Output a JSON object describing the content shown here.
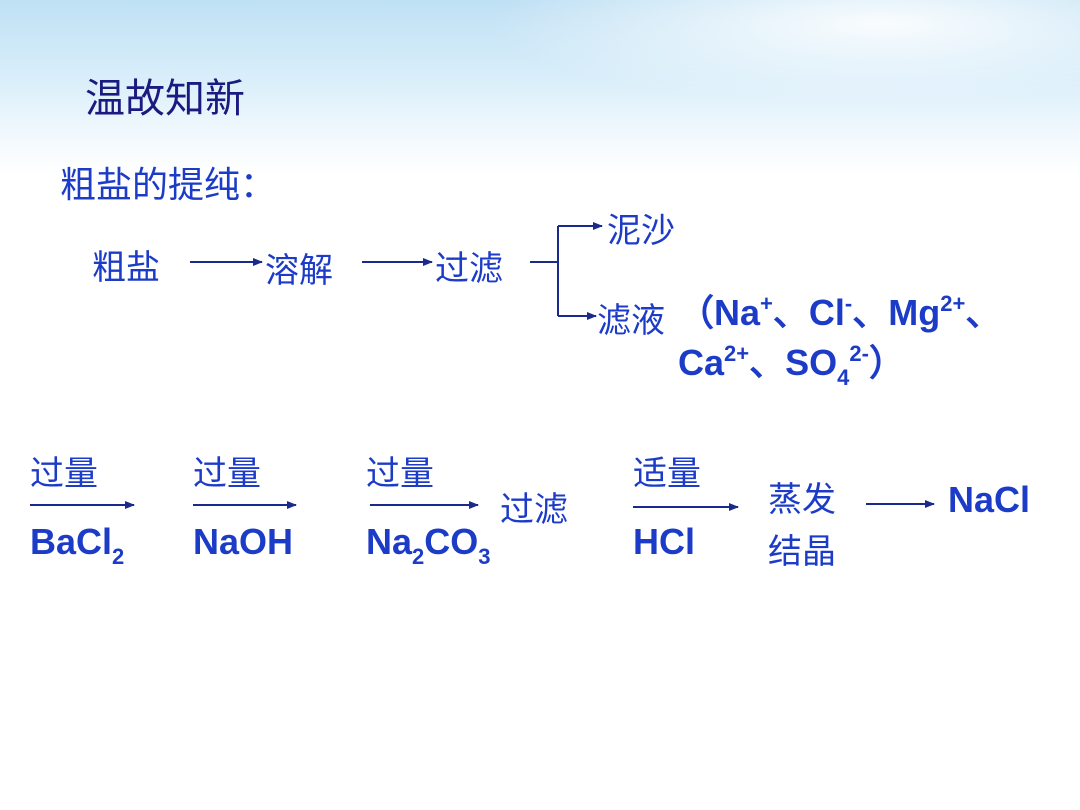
{
  "slide": {
    "title": "温故知新",
    "subtitle": "粗盐的提纯："
  },
  "flow1": {
    "step1": "粗盐",
    "step2": "溶解",
    "step3": "过滤",
    "branch_top": "泥沙",
    "branch_bottom": "滤液",
    "ions": {
      "open": "（",
      "na": "Na",
      "na_charge": "+",
      "sep": "、",
      "cl": "Cl",
      "cl_charge": "-",
      "mg": "Mg",
      "mg_charge": "2+",
      "ca": "Ca",
      "ca_charge": "2+",
      "so": "SO",
      "so_sub": "4",
      "so_charge": "2-",
      "close": "）"
    }
  },
  "flow2": {
    "reagents": [
      {
        "amount": "过量",
        "name": "BaCl",
        "sub": "2"
      },
      {
        "amount": "过量",
        "name": "NaOH"
      },
      {
        "amount": "过量",
        "name": "Na",
        "sub1": "2",
        "mid": "CO",
        "sub2": "3"
      },
      {
        "amount": "适量",
        "name": "HCl"
      }
    ],
    "filter": "过滤",
    "evap_line1": "蒸发",
    "evap_line2": "结晶",
    "product": "NaCl"
  },
  "colors": {
    "text": "#1c3cc8",
    "title": "#1a1a80",
    "arrow": "#1a2a8c"
  }
}
